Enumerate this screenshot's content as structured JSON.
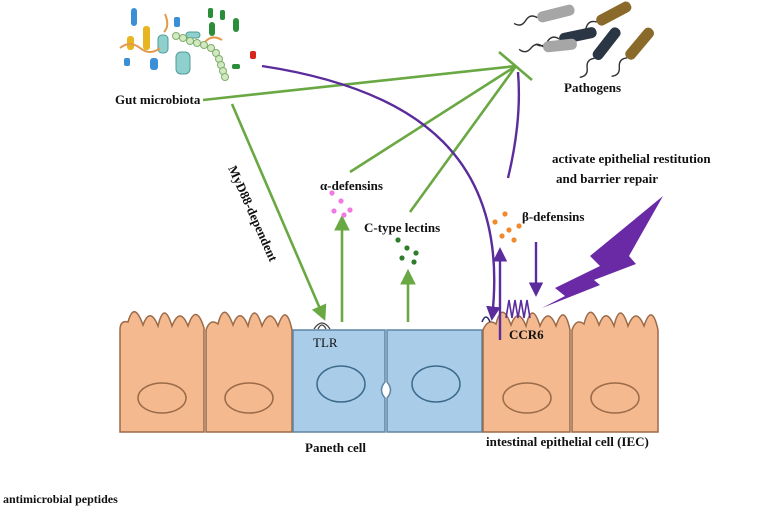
{
  "labels": {
    "gut_microbiota": "Gut microbiota",
    "pathogens": "Pathogens",
    "myd88": "MyD88-dependent",
    "alpha_defensins": "α-defensins",
    "c_type_lectins": "C-type lectins",
    "beta_defensins": "β-defensins",
    "restitution_line1": "activate epithelial restitution",
    "restitution_line2": "and barrier repair",
    "tlr": "TLR",
    "ccr6": "CCR6",
    "paneth_cell": "Paneth cell",
    "iec": "intestinal epithelial cell (IEC)",
    "amp": "antimicrobial peptides"
  },
  "colors": {
    "green_arrow": "#6aa843",
    "purple_arrow": "#5b2c9b",
    "bolt": "#6a2aa6",
    "iec_cell": "#f4b98e",
    "iec_outline": "#9b6a48",
    "paneth_cell": "#a9cde8",
    "paneth_outline": "#5e86a6",
    "alpha_dots": "#f07ae0",
    "lectin_dots": "#2f7d2a",
    "beta_dots": "#f08a2c"
  }
}
